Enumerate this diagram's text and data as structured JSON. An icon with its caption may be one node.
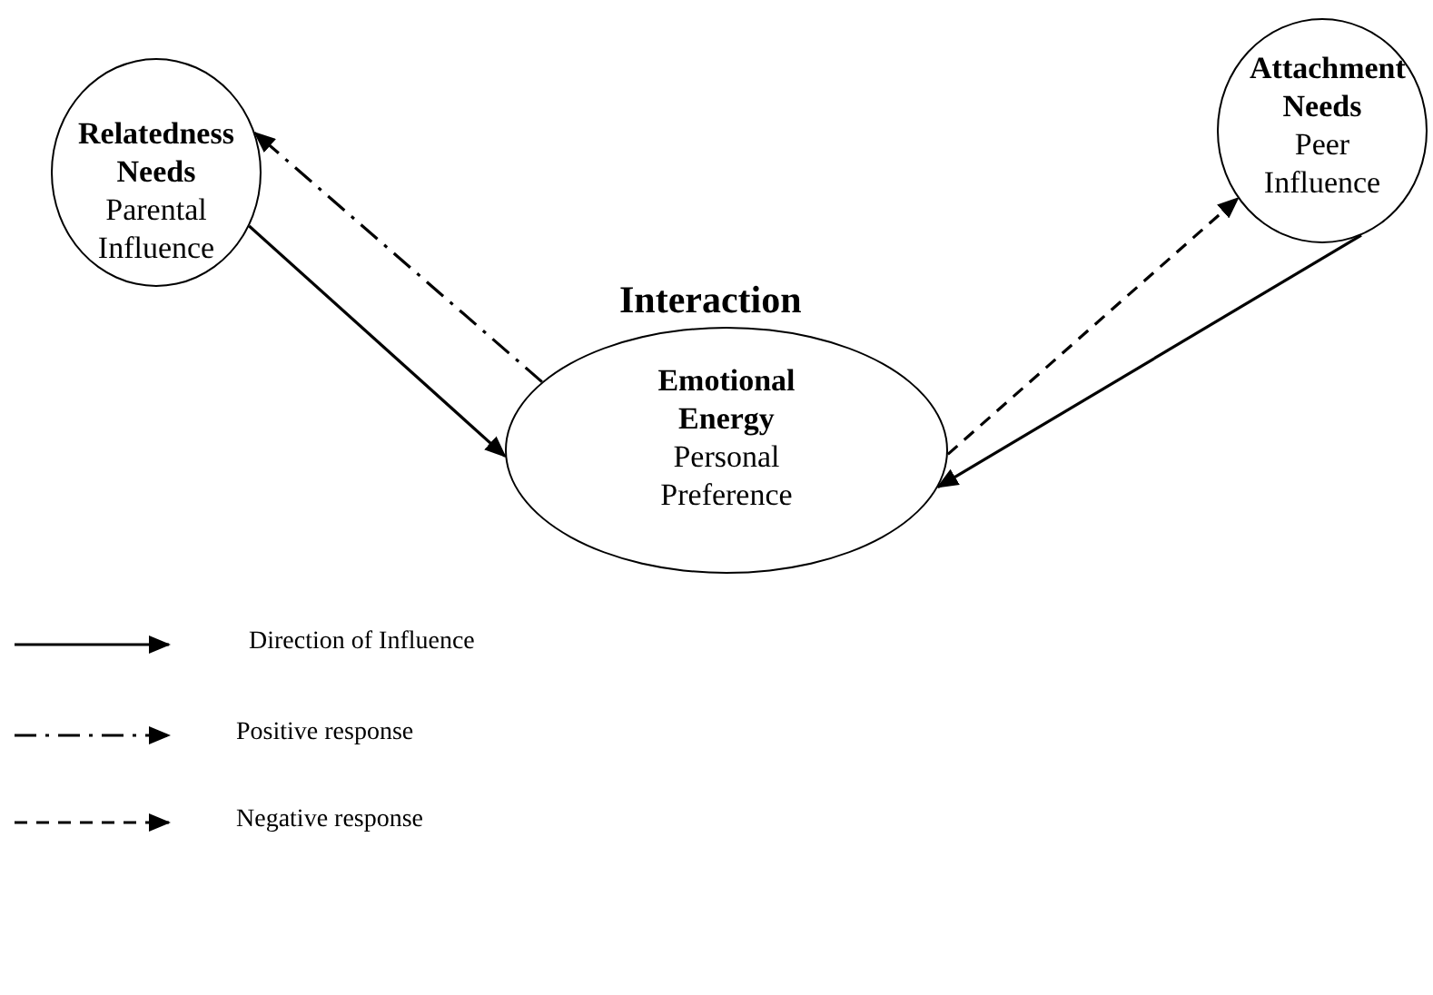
{
  "diagram": {
    "nodes": [
      {
        "text": [
          "Relatedness Needs",
          "Parental Influence"
        ]
      },
      {
        "text": [
          "Attachment Needs",
          "Peer Influence"
        ]
      },
      {
        "text": [
          "Emotional Energy",
          "Personal Preference"
        ]
      }
    ],
    "edges": [
      {
        "from": 0,
        "to": 2,
        "arrow": "to"
      },
      {
        "from": 2,
        "to": 0,
        "arrow": "to",
        "style": "dashed"
      },
      {
        "from": 2,
        "to": 1,
        "arrow": "to",
        "style": "dashed"
      },
      {
        "from": 1,
        "to": 2,
        "arrow": "to"
      }
    ],
    "labels": [
      "Interaction"
    ],
    "legend": [
      {
        "text": "Direction of Influence"
      },
      {
        "text": "Positive response"
      },
      {
        "text": "Negative response"
      }
    ]
  }
}
